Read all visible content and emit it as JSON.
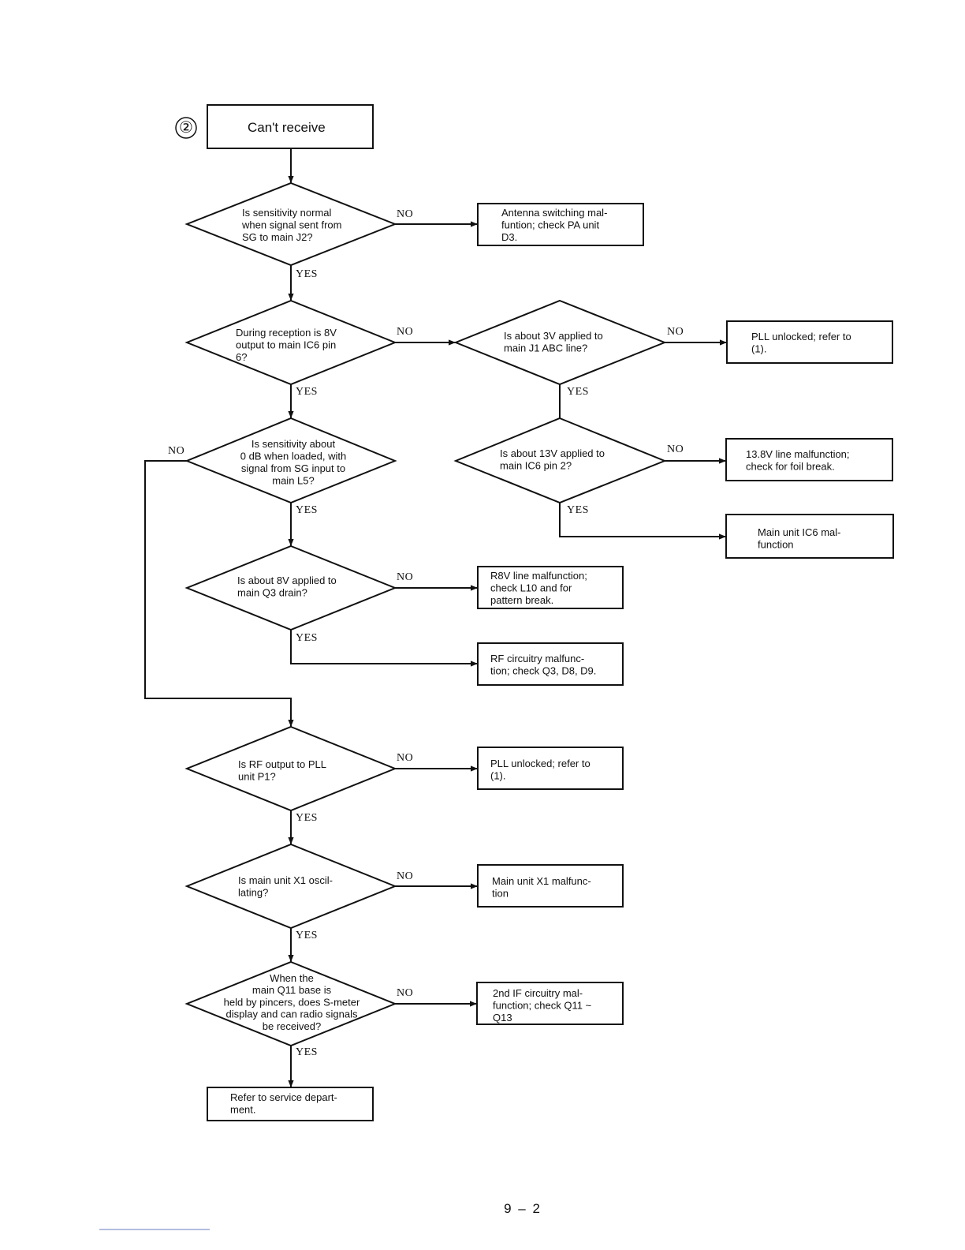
{
  "section_marker": "②",
  "page_number": "9 – 2",
  "labels": {
    "yes": "YES",
    "no": "NO"
  },
  "nodes": {
    "start": [
      "Can't receive"
    ],
    "q1": [
      "Is sensitivity normal",
      "when signal sent from",
      "SG to main J2?"
    ],
    "r1": [
      "Antenna switching mal-",
      "funtion; check PA unit",
      "D3."
    ],
    "q2": [
      "During reception is 8V",
      "output to main IC6 pin",
      "6?"
    ],
    "q2a": [
      "Is about 3V applied to",
      "main J1 ABC line?"
    ],
    "r2a": [
      "PLL unlocked; refer to",
      "(1)."
    ],
    "q2b": [
      "Is about 13V applied to",
      "main IC6 pin 2?"
    ],
    "r2b": [
      "13.8V line malfunction;",
      "check for foil break."
    ],
    "r2c": [
      "Main unit IC6 mal-",
      "function"
    ],
    "q3": [
      "Is sensitivity about",
      "0 dB when loaded, with",
      "signal from SG input to",
      "main L5?"
    ],
    "q4": [
      "Is about 8V applied to",
      "main Q3 drain?"
    ],
    "r4n": [
      "R8V line malfunction;",
      "check L10 and for",
      "pattern break."
    ],
    "r4y": [
      "RF circuitry malfunc-",
      "tion; check Q3, D8, D9."
    ],
    "q5": [
      "Is RF output to PLL",
      "unit P1?"
    ],
    "r5": [
      "PLL unlocked; refer to",
      "(1)."
    ],
    "q6": [
      "Is main unit X1 oscil-",
      "lating?"
    ],
    "r6": [
      "Main unit X1 malfunc-",
      "tion"
    ],
    "q7": [
      "When the",
      "main Q11  base is",
      "held by pincers, does S-meter",
      "display and can radio signals",
      "be received?"
    ],
    "r7": [
      "2nd IF circuitry mal-",
      "function; check Q11 ~",
      "Q13"
    ],
    "end": [
      "Refer to service depart-",
      "ment."
    ]
  }
}
